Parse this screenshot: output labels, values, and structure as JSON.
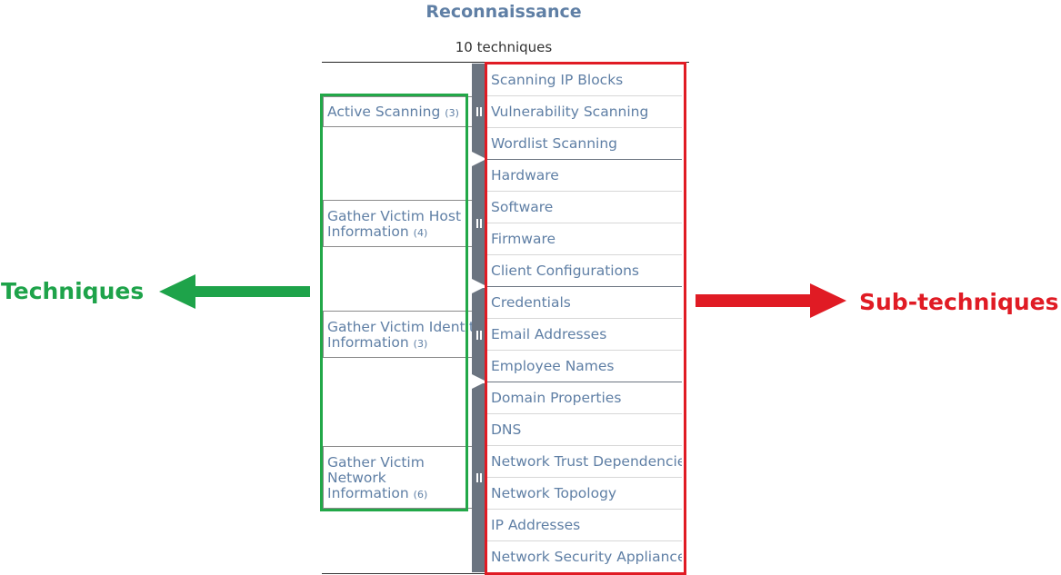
{
  "tactic": {
    "title": "Reconnaissance",
    "count_label": "10 techniques"
  },
  "techniques": [
    {
      "name": "Active Scanning",
      "count": "(3)",
      "subs": [
        "Scanning IP Blocks",
        "Vulnerability Scanning",
        "Wordlist Scanning"
      ]
    },
    {
      "name": "Gather Victim Host Information",
      "count": "(4)",
      "subs": [
        "Hardware",
        "Software",
        "Firmware",
        "Client Configurations"
      ]
    },
    {
      "name": "Gather Victim Identity Information",
      "count": "(3)",
      "subs": [
        "Credentials",
        "Email Addresses",
        "Employee Names"
      ]
    },
    {
      "name": "Gather Victim Network Information",
      "count": "(6)",
      "subs": [
        "Domain Properties",
        "DNS",
        "Network Trust Dependencies",
        "Network Topology",
        "IP Addresses",
        "Network Security Appliances"
      ]
    }
  ],
  "annotations": {
    "left_label": "Techniques",
    "right_label": "Sub-techniques",
    "left_color": "#1ea34a",
    "right_color": "#e01b24"
  }
}
